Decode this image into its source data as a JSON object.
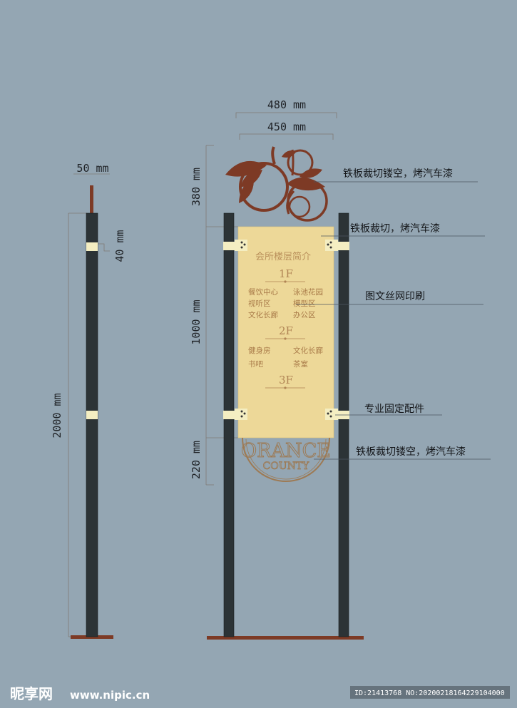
{
  "colors": {
    "background": "#94a6b3",
    "pole": "#2c3336",
    "bracket": "#f4eec2",
    "panel": "#edd898",
    "rust": "#7d3a25",
    "panel_text": "#a97b49"
  },
  "side_view": {
    "dim_top": "50 mm",
    "dim_bracket": "40 mm",
    "dim_height": "2000 mm"
  },
  "front_view": {
    "dim_outer_width": "480 mm",
    "dim_inner_width": "450 mm",
    "dim_top_section": "380 mm",
    "dim_panel": "1000 mm",
    "dim_bottom_section": "220 mm"
  },
  "callouts": [
    "铁板裁切镂空，烤汽车漆",
    "铁板裁切，烤汽车漆",
    "图文丝网印刷",
    "专业固定配件",
    "铁板裁切镂空，烤汽车漆"
  ],
  "sign": {
    "title": "会所楼层简介",
    "floors": [
      {
        "label": "1F",
        "rooms": [
          "餐饮中心",
          "泳池花园",
          "视听区",
          "模型区",
          "文化长廊",
          "办公区"
        ]
      },
      {
        "label": "2F",
        "rooms": [
          "健身房",
          "文化长廊",
          "书吧",
          "茶室"
        ]
      },
      {
        "label": "3F",
        "rooms": []
      }
    ],
    "logo_line1": "ORANCE",
    "logo_line2": "COUNTY"
  },
  "watermark": {
    "brand": "昵享网",
    "url": "www.nipic.cn",
    "id": "ID:21413768 NO:20200218164229104000"
  }
}
